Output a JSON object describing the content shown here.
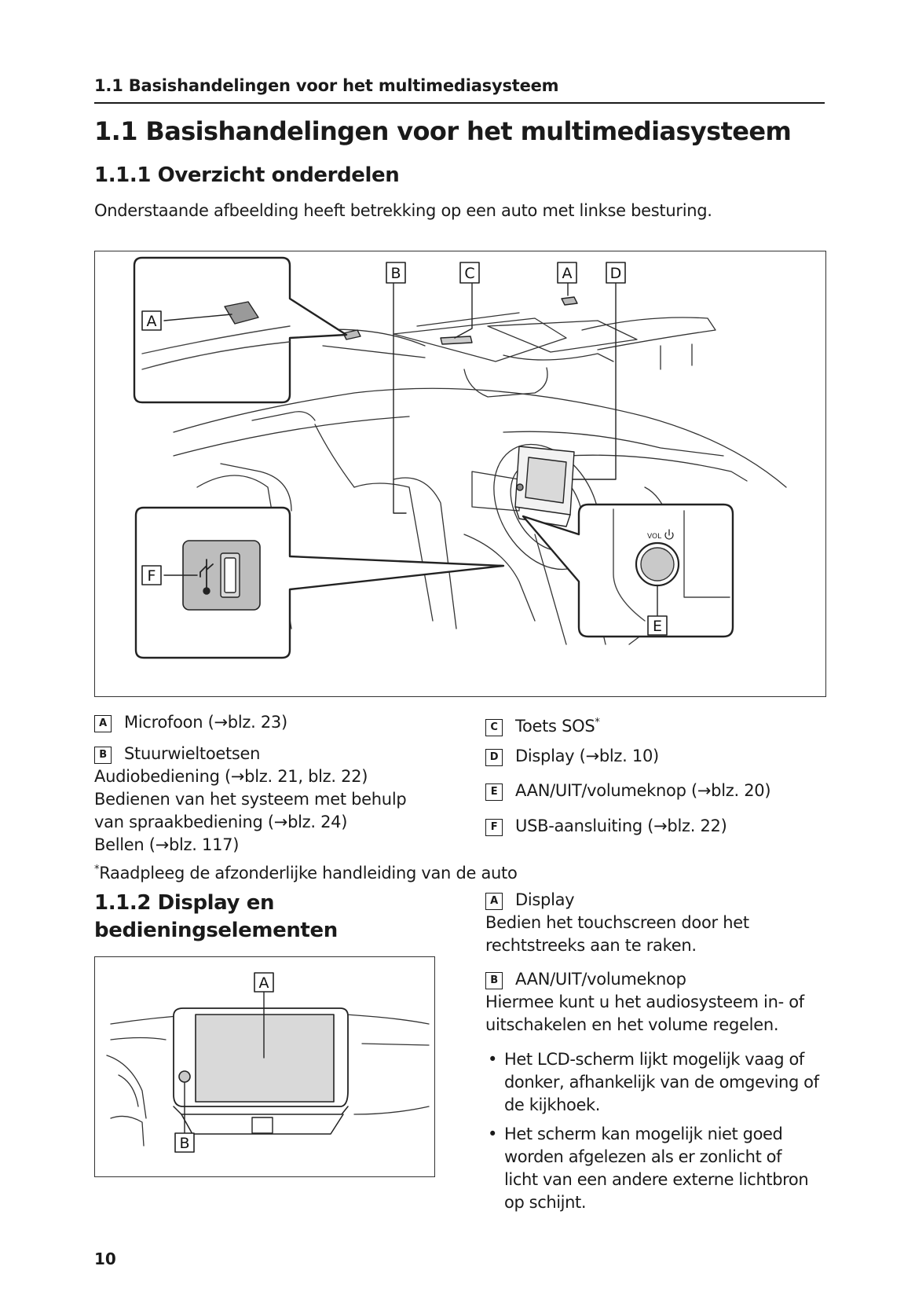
{
  "running_head": "1.1  Basishandelingen voor het multimediasysteem",
  "title": "1.1  Basishandelingen voor het multimediasysteem",
  "section1": {
    "heading": "1.1.1  Overzicht onderdelen",
    "intro": "Onderstaande afbeelding heeft betrekking op een auto met linkse besturing.",
    "figure_labels": {
      "a": "A",
      "b": "B",
      "c": "C",
      "d": "D",
      "e": "E",
      "f": "F",
      "vol": "VOL"
    },
    "legend_left": [
      {
        "label": "A",
        "text": "Microfoon (→blz. 23)"
      },
      {
        "label": "B",
        "text": "Stuurwieltoetsen"
      }
    ],
    "b_lines": [
      "Audiobediening (→blz. 21, blz. 22)",
      "Bedienen van het systeem met behulp",
      "van spraakbediening (→blz. 24)",
      "Bellen (→blz. 117)"
    ],
    "legend_right": [
      {
        "label": "C",
        "text": "Toets SOS",
        "sup": "*"
      },
      {
        "label": "D",
        "text": "Display (→blz. 10)"
      },
      {
        "label": "E",
        "text": "AAN/UIT/volumeknop (→blz. 20)"
      },
      {
        "label": "F",
        "text": "USB-aansluiting (→blz. 22)"
      }
    ],
    "footnote_mark": "*",
    "footnote": "Raadpleeg de afzonderlijke handleiding van de auto"
  },
  "section2": {
    "heading_line1": "1.1.2  Display en",
    "heading_line2": "bedieningselementen",
    "figure_labels": {
      "a": "A",
      "b": "B"
    },
    "items": [
      {
        "label": "A",
        "title": "Display",
        "desc": [
          "Bedien het touchscreen door het",
          "rechtstreeks aan te raken."
        ]
      },
      {
        "label": "B",
        "title": "AAN/UIT/volumeknop",
        "desc": [
          "Hiermee kunt u het audiosysteem in- of",
          "uitschakelen en het volume regelen."
        ]
      }
    ],
    "bullets": [
      [
        "Het LCD-scherm lijkt mogelijk vaag of",
        "donker, afhankelijk van de omgeving of",
        "de kijkhoek."
      ],
      [
        "Het scherm kan mogelijk niet goed",
        "worden afgelezen als er zonlicht of",
        "licht van een andere externe lichtbron",
        "op schijnt."
      ]
    ]
  },
  "page_number": "10"
}
